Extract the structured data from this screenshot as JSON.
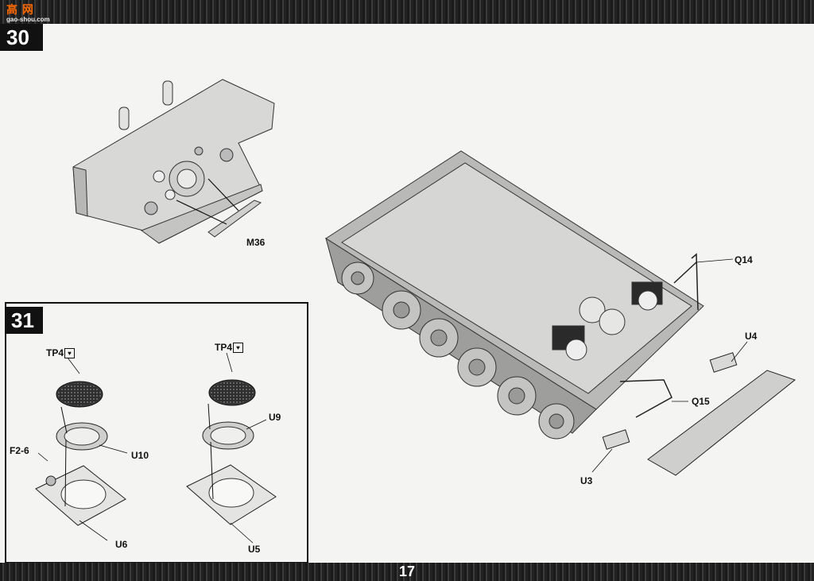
{
  "watermark": {
    "logo": "高 网",
    "sub": "gao-shou.com"
  },
  "step_30": {
    "number": "30",
    "parts": {
      "m36": "M36"
    }
  },
  "step_31": {
    "number": "31",
    "left_assembly": {
      "tp": "TP4",
      "u10": "U10",
      "f2": "F2-6",
      "u6": "U6"
    },
    "right_assembly": {
      "tp": "TP4",
      "u9": "U9",
      "u5": "U5"
    },
    "tp_icon": "♥"
  },
  "hull_assembly": {
    "q14": "Q14",
    "u4": "U4",
    "q15": "Q15",
    "u3": "U3"
  },
  "page_number": "17"
}
